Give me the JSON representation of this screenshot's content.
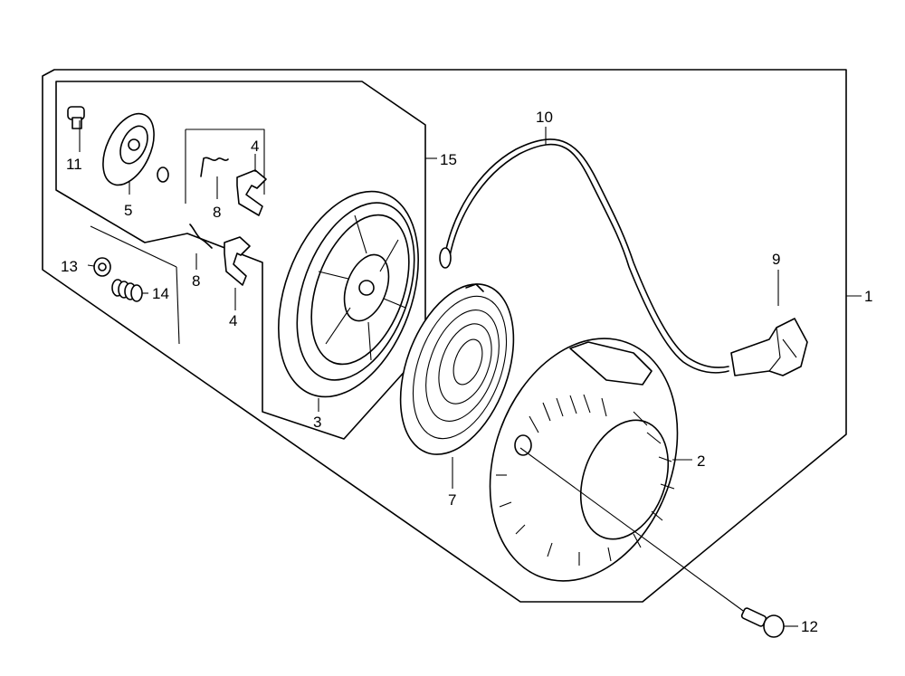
{
  "callouts": {
    "c1": "1",
    "c2": "2",
    "c3": "3",
    "c4a": "4",
    "c4b": "4",
    "c5": "5",
    "c7": "7",
    "c8a": "8",
    "c8b": "8",
    "c9": "9",
    "c10": "10",
    "c11": "11",
    "c12": "12",
    "c13": "13",
    "c14": "14",
    "c15": "15"
  }
}
